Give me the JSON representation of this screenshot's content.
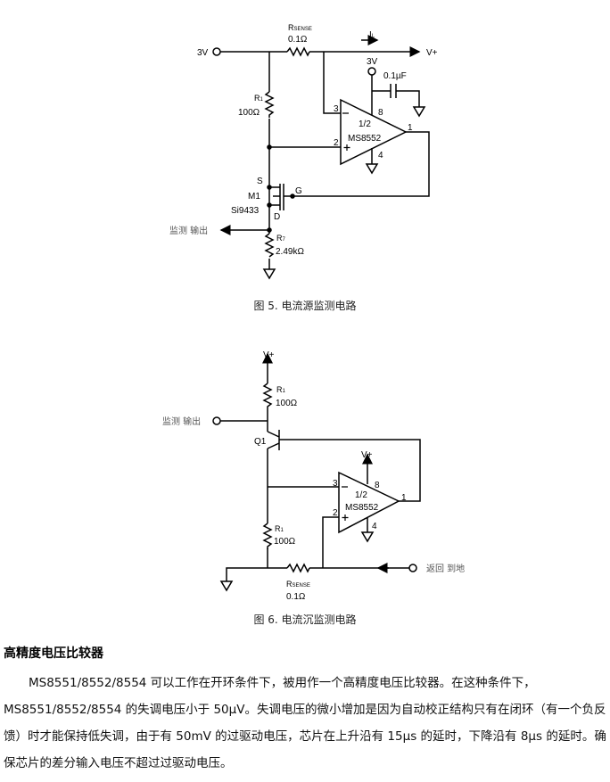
{
  "figure5": {
    "caption": "图 5.  电流源监测电路",
    "supply": "3V",
    "rsense_label": "R",
    "rsense_sub": "SENSE",
    "rsense_value": "0.1Ω",
    "current_label": "I",
    "current_sub": "L",
    "output_label": "V+",
    "vcc_label": "3V",
    "cap_value": "0.1µF",
    "r1_label": "R",
    "r1_sub": "1",
    "r1_value": "100Ω",
    "pin3": "3",
    "pin2": "2",
    "pin8": "8",
    "pin1": "1",
    "pin4": "4",
    "opamp_half": "1/2",
    "opamp_name": "MS8552",
    "mos_s": "S",
    "mos_g": "G",
    "mos_d": "D",
    "mos_name": "M1",
    "mos_part": "Si9433",
    "monitor_out": "监测 输出",
    "r7_label": "R",
    "r7_sub": "7",
    "r7_value": "2.49kΩ"
  },
  "figure6": {
    "caption": "图 6.  电流沉监测电路",
    "vplus": "V+",
    "r1_label": "R",
    "r1_sub": "1",
    "r1_value": "100Ω",
    "monitor_out": "监测 输出",
    "q_name": "Q1",
    "vplus_op": "V+",
    "pin3": "3",
    "pin2": "2",
    "pin8": "8",
    "pin1": "1",
    "pin4": "4",
    "opamp_half": "1/2",
    "opamp_name": "MS8552",
    "r1b_label": "R",
    "r1b_sub": "1",
    "r1b_value": "100Ω",
    "rsense_label": "R",
    "rsense_sub": "SENSE",
    "rsense_value": "0.1Ω",
    "return_label": "返回 到地"
  },
  "section": {
    "heading": "高精度电压比较器",
    "paragraph": "MS8551/8552/8554 可以工作在开环条件下，被用作一个高精度电压比较器。在这种条件下，MS8551/8552/8554 的失调电压小于 50µV。失调电压的微小增加是因为自动校正结构只有在闭环（有一个负反馈）时才能保持低失调，由于有 50mV 的过驱动电压，芯片在上升沿有 15µs 的延时，下降沿有 8µs 的延时。确保芯片的差分输入电压不超过过驱动电压。"
  }
}
